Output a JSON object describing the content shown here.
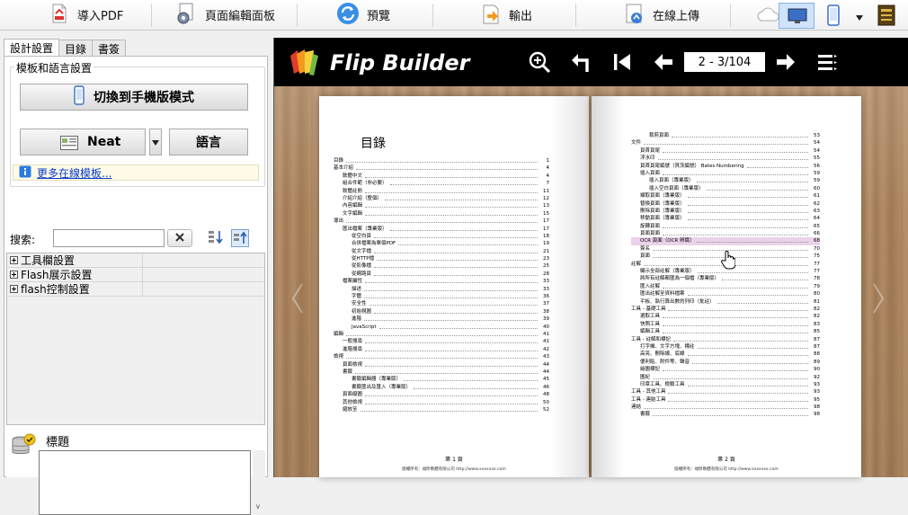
{
  "toolbar": {
    "import_pdf": "導入PDF",
    "page_editor": "頁面編輯面板",
    "preview": "預覽",
    "output": "輸出",
    "upload": "在線上傳"
  },
  "left": {
    "tabs": [
      "設計設置",
      "目錄",
      "書簽"
    ],
    "group_title": "模板和語言設置",
    "mobile_button": "切換到手機版模式",
    "template_name": "Neat",
    "language_button": "語言",
    "more_templates": "更多在線模板...",
    "search_label": "搜索:",
    "search_value": "",
    "properties": [
      "工具欄設置",
      "Flash展示設置",
      "flash控制設置"
    ],
    "desc_title": "標題"
  },
  "preview": {
    "brand": "Flip Builder",
    "page_indicator": "2 - 3/104",
    "left_heading": "目錄",
    "left_toc": [
      {
        "t": "目錄",
        "n": "1",
        "i": 0
      },
      {
        "t": "基本介紹",
        "n": "4",
        "i": 0
      },
      {
        "t": "軟體中文",
        "n": "4",
        "i": 1
      },
      {
        "t": "組合件範（非必要）",
        "n": "7",
        "i": 1
      },
      {
        "t": "軟體註冊",
        "n": "11",
        "i": 1
      },
      {
        "t": "介紹介紹（整個）",
        "n": "12",
        "i": 1
      },
      {
        "t": "內容編輯",
        "n": "13",
        "i": 1
      },
      {
        "t": "文字編輯",
        "n": "15",
        "i": 1
      },
      {
        "t": "導出",
        "n": "17",
        "i": 0
      },
      {
        "t": "匯出檔案（專業版）",
        "n": "17",
        "i": 1
      },
      {
        "t": "從空白頁",
        "n": "18",
        "i": 2
      },
      {
        "t": "合併檔案為單個PDF",
        "n": "19",
        "i": 2
      },
      {
        "t": "從文字檔",
        "n": "21",
        "i": 2
      },
      {
        "t": "從HTTP檔",
        "n": "23",
        "i": 2
      },
      {
        "t": "從影像檔",
        "n": "25",
        "i": 2
      },
      {
        "t": "從網路頁",
        "n": "28",
        "i": 2
      },
      {
        "t": "檔案屬性",
        "n": "33",
        "i": 1
      },
      {
        "t": "描述",
        "n": "33",
        "i": 2
      },
      {
        "t": "字體",
        "n": "36",
        "i": 2
      },
      {
        "t": "安全性",
        "n": "37",
        "i": 2
      },
      {
        "t": "初始視圖",
        "n": "38",
        "i": 2
      },
      {
        "t": "進階",
        "n": "39",
        "i": 2
      },
      {
        "t": "JavaScript",
        "n": "40",
        "i": 2
      },
      {
        "t": "編輯",
        "n": "41",
        "i": 0
      },
      {
        "t": "一般搜尋",
        "n": "41",
        "i": 1
      },
      {
        "t": "進階搜尋",
        "n": "42",
        "i": 1
      },
      {
        "t": "檢視",
        "n": "43",
        "i": 0
      },
      {
        "t": "頁面檢視",
        "n": "44",
        "i": 1
      },
      {
        "t": "書籤",
        "n": "44",
        "i": 1
      },
      {
        "t": "書籤編輯器（專業版）",
        "n": "45",
        "i": 2
      },
      {
        "t": "書籤匯出及匯入（專業版）",
        "n": "46",
        "i": 2
      },
      {
        "t": "頁面縮圖",
        "n": "48",
        "i": 1
      },
      {
        "t": "其他檢視",
        "n": "50",
        "i": 1
      },
      {
        "t": "縮放至",
        "n": "52",
        "i": 1
      }
    ],
    "left_footer": "第 1 頁",
    "right_toc": [
      {
        "t": "裁剪頁面",
        "n": "53",
        "i": 2
      },
      {
        "t": "文件",
        "n": "54",
        "i": 0
      },
      {
        "t": "頁首頁尾",
        "n": "54",
        "i": 1
      },
      {
        "t": "浮水印",
        "n": "55",
        "i": 1
      },
      {
        "t": "頁首頁尾編號（貝茨編號） Bates Numbering",
        "n": "56",
        "i": 1
      },
      {
        "t": "插入頁面",
        "n": "59",
        "i": 1
      },
      {
        "t": "插入頁面（專業版）",
        "n": "59",
        "i": 2
      },
      {
        "t": "插入空白頁面（專業版）",
        "n": "60",
        "i": 2
      },
      {
        "t": "擷取頁面（專業版）",
        "n": "61",
        "i": 1
      },
      {
        "t": "替換頁面（專業版）",
        "n": "62",
        "i": 1
      },
      {
        "t": "刪除頁面（專業版）",
        "n": "63",
        "i": 1
      },
      {
        "t": "移動頁面（專業版）",
        "n": "64",
        "i": 1
      },
      {
        "t": "旋轉頁面",
        "n": "65",
        "i": 1
      },
      {
        "t": "頁面頁面",
        "n": "66",
        "i": 1
      },
      {
        "t": "OCR 頁面（OCR 辨識）",
        "n": "68",
        "i": 1,
        "hl": true
      },
      {
        "t": "簽名",
        "n": "70",
        "i": 1
      },
      {
        "t": "頁面",
        "n": "75",
        "i": 1
      },
      {
        "t": "註解",
        "n": "77",
        "i": 0
      },
      {
        "t": "顯示全部註解（專業版）",
        "n": "77",
        "i": 1
      },
      {
        "t": "將所有註解都匯為一個檔（專業版）",
        "n": "78",
        "i": 1
      },
      {
        "t": "匯入註解",
        "n": "79",
        "i": 1
      },
      {
        "t": "匯出註解至資料檔案",
        "n": "80",
        "i": 1
      },
      {
        "t": "平板、執行算出數的列印（批註）",
        "n": "81",
        "i": 1
      },
      {
        "t": "工具 - 基礎工具",
        "n": "82",
        "i": 0
      },
      {
        "t": "選取工具",
        "n": "82",
        "i": 1
      },
      {
        "t": "快照工具",
        "n": "83",
        "i": 1
      },
      {
        "t": "編輯工具",
        "n": "85",
        "i": 1
      },
      {
        "t": "工具 - 註解和標記",
        "n": "87",
        "i": 0
      },
      {
        "t": "打字機、文字方塊、標註",
        "n": "87",
        "i": 1
      },
      {
        "t": "高亮、刪除線、底線",
        "n": "88",
        "i": 1
      },
      {
        "t": "便利貼、附件等、聲音",
        "n": "89",
        "i": 1
      },
      {
        "t": "繪圖標記",
        "n": "90",
        "i": 1
      },
      {
        "t": "圖紀",
        "n": "92",
        "i": 1
      },
      {
        "t": "印章工具、檢驗工具",
        "n": "93",
        "i": 1
      },
      {
        "t": "工具 - 其他工具",
        "n": "93",
        "i": 0
      },
      {
        "t": "工具 - 連結工具",
        "n": "95",
        "i": 0
      },
      {
        "t": "連結",
        "n": "98",
        "i": 0
      },
      {
        "t": "書籤",
        "n": "98",
        "i": 1
      }
    ],
    "right_footer": "第 2 頁",
    "copyright": "版權所有：福昕軟體有限公司 http://www.xxxxxxx.com"
  }
}
